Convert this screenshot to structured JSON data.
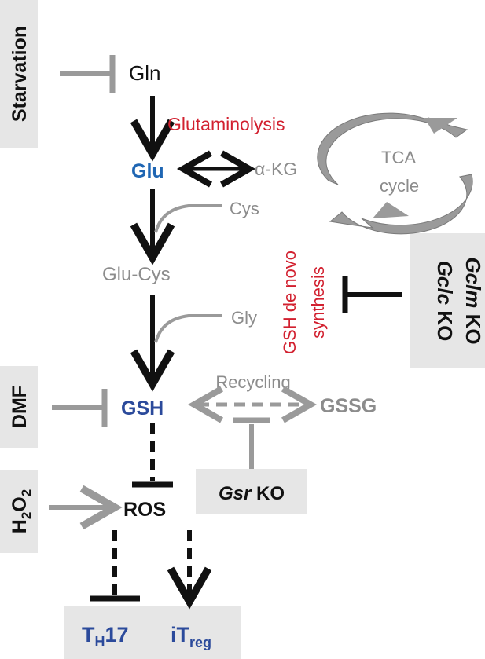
{
  "colors": {
    "black": "#111111",
    "gray_text": "#8c8c8c",
    "gray_line": "#9a9a9a",
    "box": "#e6e6e6",
    "blue": "#1f66b3",
    "navy": "#2b4a9b",
    "red": "#d2202f"
  },
  "inputs": {
    "starvation": "Starvation",
    "dmf": "DMF",
    "h2o2": {
      "base": "H",
      "sub1": "2",
      "mid": "O",
      "sub2": "2"
    }
  },
  "metabolites": {
    "gln": "Gln",
    "glu": "Glu",
    "akg": "α-KG",
    "cys": "Cys",
    "glu_cys": "Glu-Cys",
    "gly": "Gly",
    "gsh": "GSH",
    "gssg": "GSSG",
    "ros": "ROS"
  },
  "processes": {
    "glutaminolysis": "Glutaminolysis",
    "gsh_de_novo_line1": "GSH de novo",
    "gsh_de_novo_line2": "synthesis",
    "recycling": "Recycling"
  },
  "tca": {
    "line1": "TCA",
    "line2": "cycle"
  },
  "knockouts": {
    "gclc_gene": "Gclc",
    "gclm_gene": "Gclm",
    "ko": "KO",
    "gsr_gene": "Gsr"
  },
  "outputs": {
    "th17": {
      "base": "T",
      "sub": "H",
      "tail": "17"
    },
    "itreg": {
      "base": "iT",
      "sub": "reg"
    }
  }
}
